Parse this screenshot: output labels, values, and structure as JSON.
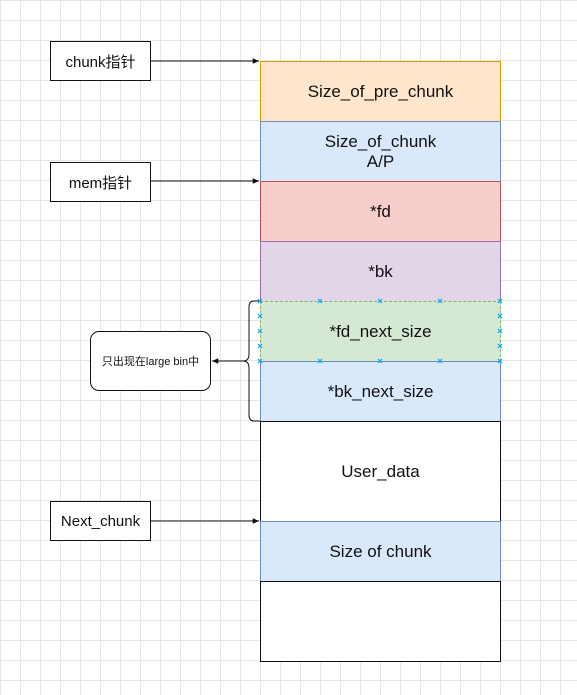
{
  "labels": {
    "chunk_ptr": "chunk指针",
    "mem_ptr": "mem指针",
    "next_chunk": "Next_chunk",
    "large_bin_note": "只出现在large bin中"
  },
  "cells": {
    "size_of_pre_chunk": "Size_of_pre_chunk",
    "size_of_chunk_line1": "Size_of_chunk",
    "size_of_chunk_line2": "A/P",
    "fd": "*fd",
    "bk": "*bk",
    "fd_next_size": "*fd_next_size",
    "bk_next_size": "*bk_next_size",
    "user_data": "User_data",
    "next_size_of_chunk": "Size of chunk"
  },
  "colors": {
    "orange": "#ffe6cc",
    "orange_border": "#d79b00",
    "blue": "#dae8fc",
    "blue_border": "#6c8ebf",
    "red": "#f8cecc",
    "red_border": "#b85450",
    "purple": "#e1d5e7",
    "purple_border": "#9673a6",
    "green": "#d5e8d4",
    "green_border": "#82b366",
    "selection": "#00a8ff"
  }
}
